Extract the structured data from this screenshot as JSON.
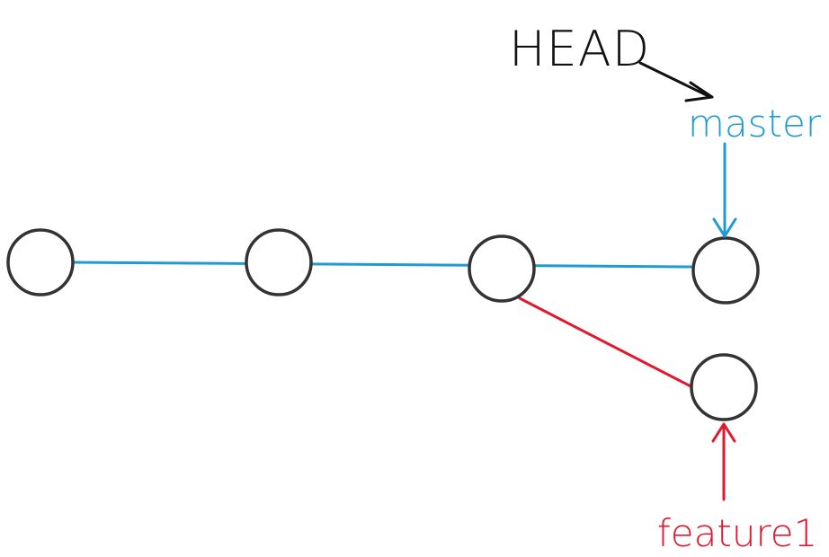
{
  "diagram": {
    "pointers": {
      "head": {
        "label": "HEAD"
      },
      "master": {
        "label": "master"
      },
      "feature": {
        "label": "feature1"
      }
    },
    "colors": {
      "master": "#1f9bd4",
      "feature": "#e0192e",
      "head": "#111111",
      "node_stroke": "#333333",
      "node_fill": "#ffffff"
    }
  }
}
